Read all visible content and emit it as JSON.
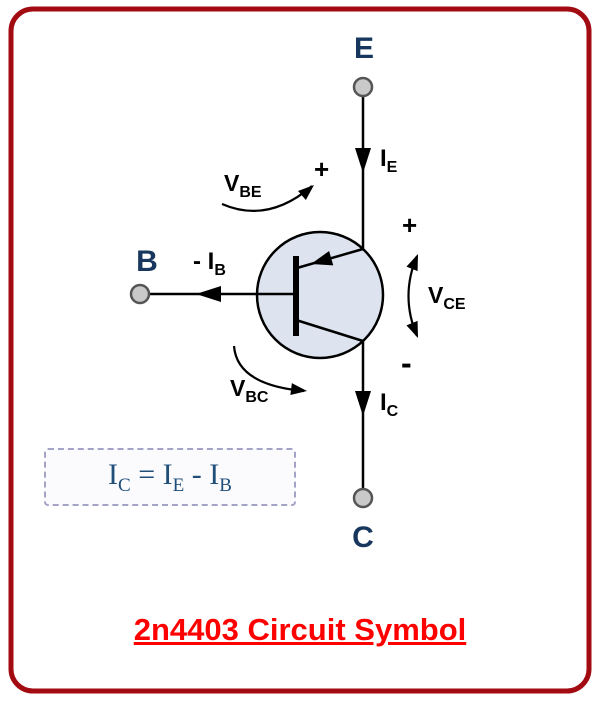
{
  "title": "2n4403 Circuit Symbol",
  "terminals": {
    "emitter": "E",
    "base": "B",
    "collector": "C"
  },
  "currents": {
    "emitter": {
      "main": "I",
      "sub": "E"
    },
    "base": {
      "prefix": "- ",
      "main": "I",
      "sub": "B"
    },
    "collector": {
      "main": "I",
      "sub": "C"
    }
  },
  "voltages": {
    "vbe": {
      "main": "V",
      "sub": "BE"
    },
    "vce": {
      "main": "V",
      "sub": "CE"
    },
    "vbc": {
      "main": "V",
      "sub": "BC"
    }
  },
  "signs": {
    "vbe_plus": "+",
    "vce_plus": "+",
    "vce_minus": "-"
  },
  "formula": {
    "t1_main": "I",
    "t1_sub": "C",
    "eq": " = ",
    "t2_main": "I",
    "t2_sub": "E",
    "op": " - ",
    "t3_main": "I",
    "t3_sub": "B"
  },
  "colors": {
    "frame_border": "#a30b12",
    "terminal_text": "#17375e",
    "title_text": "#ff0000",
    "formula_text": "#1f4e79",
    "transistor_fill": "#dde4ef"
  }
}
